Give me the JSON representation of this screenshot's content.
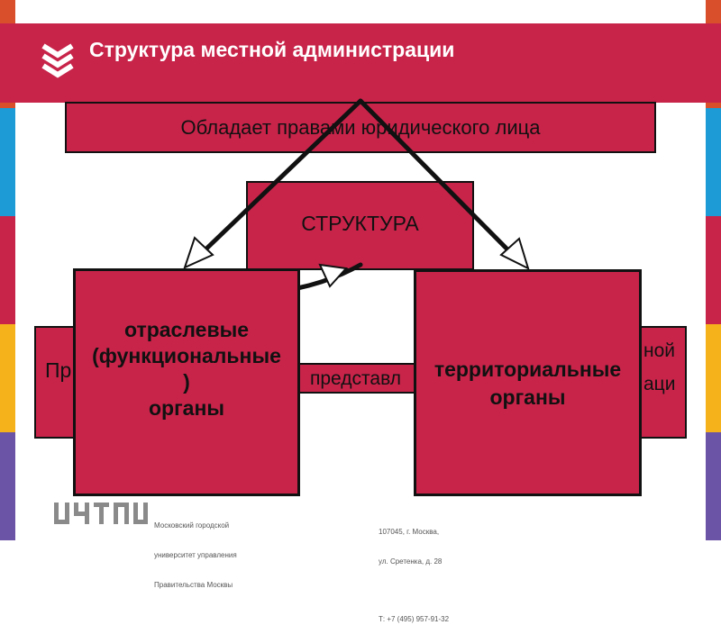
{
  "header": {
    "title": "Структура местной администрации",
    "bar_color": "#c8244a",
    "icon": "chevron-down-icon"
  },
  "diagram": {
    "top_box": "Обладает правами юридического лица",
    "center_box": "СТРУКТУРА",
    "left_box_lines": [
      "отраслевые",
      "(функциональные",
      ")",
      "органы"
    ],
    "right_box_lines": [
      "территориальные",
      "органы"
    ],
    "back_left_fragment": "Пр",
    "back_middle_fragment": "представл",
    "back_right_fragments": [
      "ной",
      "аци"
    ],
    "box_color": "#c8244a"
  },
  "footer": {
    "org_lines": [
      "Московский городской",
      "университет управления",
      "Правительства Москвы"
    ],
    "address_lines": [
      "107045, г. Москва,",
      "ул. Сретенка, д. 28",
      "",
      "Т: +7 (495) 957-91-32"
    ]
  }
}
